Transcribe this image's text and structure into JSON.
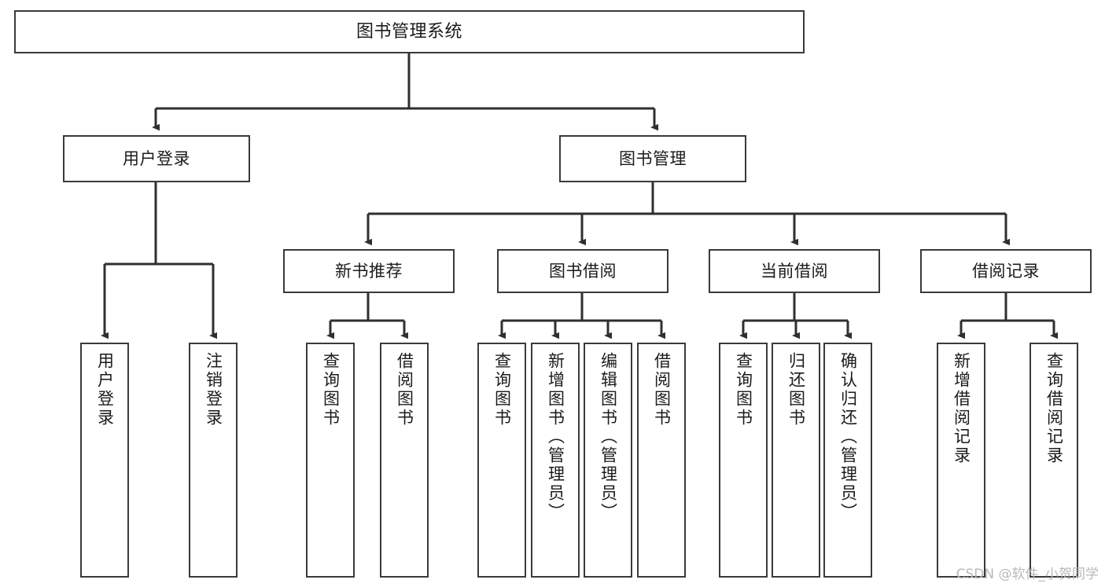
{
  "diagram": {
    "title": "图书管理系统",
    "root": {
      "label": "图书管理系统"
    },
    "level2": [
      {
        "label": "用户登录"
      },
      {
        "label": "图书管理"
      }
    ],
    "level3": [
      {
        "label": "新书推荐"
      },
      {
        "label": "图书借阅"
      },
      {
        "label": "当前借阅"
      },
      {
        "label": "借阅记录"
      }
    ],
    "leaves": {
      "user_login": [
        {
          "label": "用户登录"
        },
        {
          "label": "注销登录"
        }
      ],
      "new_book_recommend": [
        {
          "label": "查询图书"
        },
        {
          "label": "借阅图书"
        }
      ],
      "book_borrow": [
        {
          "label": "查询图书"
        },
        {
          "label": "新增图书（管理员）"
        },
        {
          "label": "编辑图书（管理员）"
        },
        {
          "label": "借阅图书"
        }
      ],
      "current_borrow": [
        {
          "label": "查询图书"
        },
        {
          "label": "归还图书"
        },
        {
          "label": "确认归还（管理员）"
        }
      ],
      "borrow_record": [
        {
          "label": "新增借阅记录"
        },
        {
          "label": "查询借阅记录"
        }
      ]
    },
    "watermark": "CSDN @软件_小贺同学",
    "colors": {
      "box_border": "#3a3a3a",
      "line": "#2f2f2f",
      "text": "#1b1b1b",
      "background": "#ffffff",
      "watermark": "#b9b9b9"
    }
  }
}
